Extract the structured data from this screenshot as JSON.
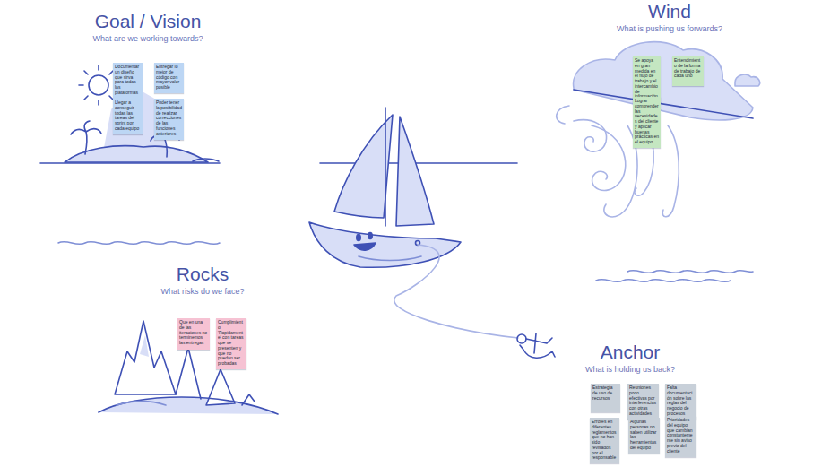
{
  "diagram": {
    "nodes": [
      {
        "text": [
          "Documentar un diseño que sirva para todas las plataformas"
        ]
      },
      {
        "text": [
          "Entregar lo mejor de código con mayor valor posible"
        ]
      },
      {
        "text": [
          "Llegar a conseguir todas las tareas del sprint por cada equipo"
        ]
      },
      {
        "text": [
          "Poder tener la posibilidad de realizar correcciones de las funciones anteriores"
        ]
      },
      {
        "text": [
          "Se apoya en gran medida en el flujo de trabajo y el intercambio de información"
        ]
      },
      {
        "text": [
          "Entendimiento de la forma de trabajo de cada uno"
        ]
      },
      {
        "text": [
          "Lograr comprender las necesidades del cliente y aplicar buenas prácticas en el equipo"
        ]
      },
      {
        "text": [
          "Que en una de las iteraciones no terminemos las entregas"
        ]
      },
      {
        "text": [
          "Cumplimiento 'Rapidamente' con tareas que se presenten y que no puedan ser probadas"
        ]
      },
      {
        "text": [
          "Estrategia de uso de recursos"
        ]
      },
      {
        "text": [
          "Reuniones poco efectivas por interferencias con otras actividades"
        ]
      },
      {
        "text": [
          "Falta documentación sobre las reglas del negocio de procesos"
        ]
      },
      {
        "text": [
          "Errores en diferentes reglamentos que no han sido revisados por el responsable"
        ]
      },
      {
        "text": [
          "Algunas personas no saben utilizar las herramientas del equipo"
        ]
      },
      {
        "text": [
          "Prioridades del equipo que cambian constantemente sin aviso previo del cliente"
        ]
      }
    ],
    "labels": [
      "Goal / Vision",
      "What are we working towards?",
      "Wind",
      "What is pushing us forwards?",
      "Rocks",
      "What risks do we face?",
      "Anchor",
      "What is holding us back?"
    ]
  }
}
